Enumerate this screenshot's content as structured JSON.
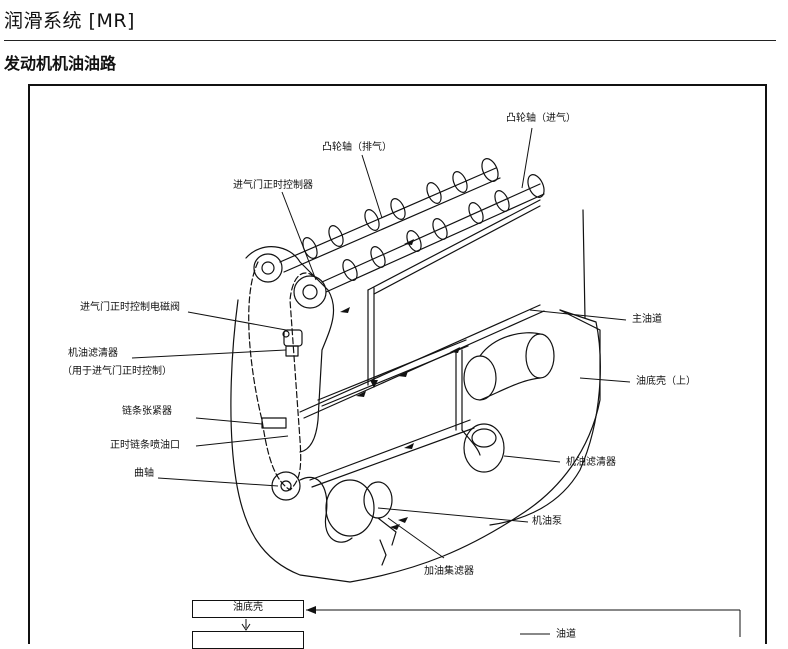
{
  "header": {
    "page_title": "润滑系统 [MR]",
    "section_title": "发动机机油油路"
  },
  "labels": {
    "camshaft_intake": "凸轮轴（进气）",
    "camshaft_exhaust": "凸轮轴（排气）",
    "ivt_controller": "进气门正时控制器",
    "ivt_solenoid": "进气门正时控制电磁阀",
    "oil_filter_ivt_line1": "机油滤清器",
    "oil_filter_ivt_line2": "（用于进气门正时控制）",
    "chain_tensioner": "链条张紧器",
    "chain_oil_jet": "正时链条喷油口",
    "crankshaft": "曲轴",
    "main_gallery": "主油道",
    "oil_pan_upper": "油底壳（上）",
    "oil_filter": "机油滤清器",
    "oil_pump": "机油泵",
    "oil_strainer": "加油集滤器"
  },
  "flow": {
    "box_oil_pan": "油底壳",
    "legend_partial": "油道"
  }
}
